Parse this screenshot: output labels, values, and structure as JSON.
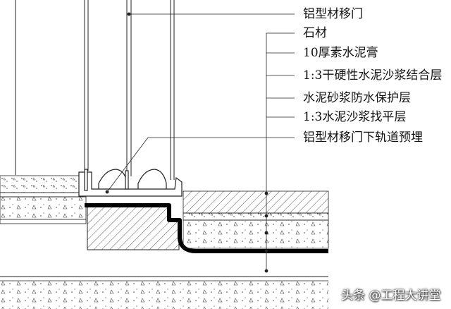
{
  "callouts": [
    {
      "text": "铝型材移门"
    },
    {
      "text": "石材"
    },
    {
      "text": "10厚素水泥膏"
    },
    {
      "text": "1:3干硬性水泥沙浆结合层"
    },
    {
      "text": "水泥砂浆防水保护层"
    },
    {
      "text": "1:3水泥沙浆找平层"
    },
    {
      "text": "铝型材移门下轨道预埋"
    }
  ],
  "watermark": "头条 @工程大讲堂",
  "colors": {
    "line": "#222222",
    "background": "#ffffff",
    "membrane": "#000000"
  }
}
